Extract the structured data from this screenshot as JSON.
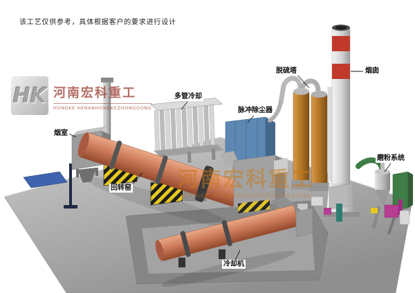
{
  "disclaimer": "该工艺仅供参考，具体根据客户的要求进行设计",
  "logo": {
    "monogram": "HK",
    "company_cn": "河南宏科重工",
    "company_en": "HONGKE HENANHONGKEZHONGGONG"
  },
  "watermark": {
    "company_cn": "河南宏科重工",
    "company_en": "HONGKE HENANHONGKEZHONGGONG"
  },
  "labels": {
    "smoke_chamber": "烟室",
    "rotary_kiln": "回转窑",
    "multi_tube_cooling": "多管冷却",
    "pulse_dust_collector": "脉冲除尘器",
    "desulfurization_tower": "脱硫塔",
    "chimney": "烟囱",
    "powder_milling_system": "磨粉系统",
    "cooling_machine": "冷却机"
  },
  "colors": {
    "platform_gray": "#a9a9a9",
    "kiln_salmon": "#cd7c5b",
    "dust_collector_blue": "#5d88b3",
    "tower_orange": "#b27526",
    "chimney_band_red": "#c0392b",
    "hazard_yellow": "#e6c81f",
    "milling_green": "#3e7d46",
    "milling_magenta": "#b63d92",
    "blue_pad": "#3f63ae"
  }
}
